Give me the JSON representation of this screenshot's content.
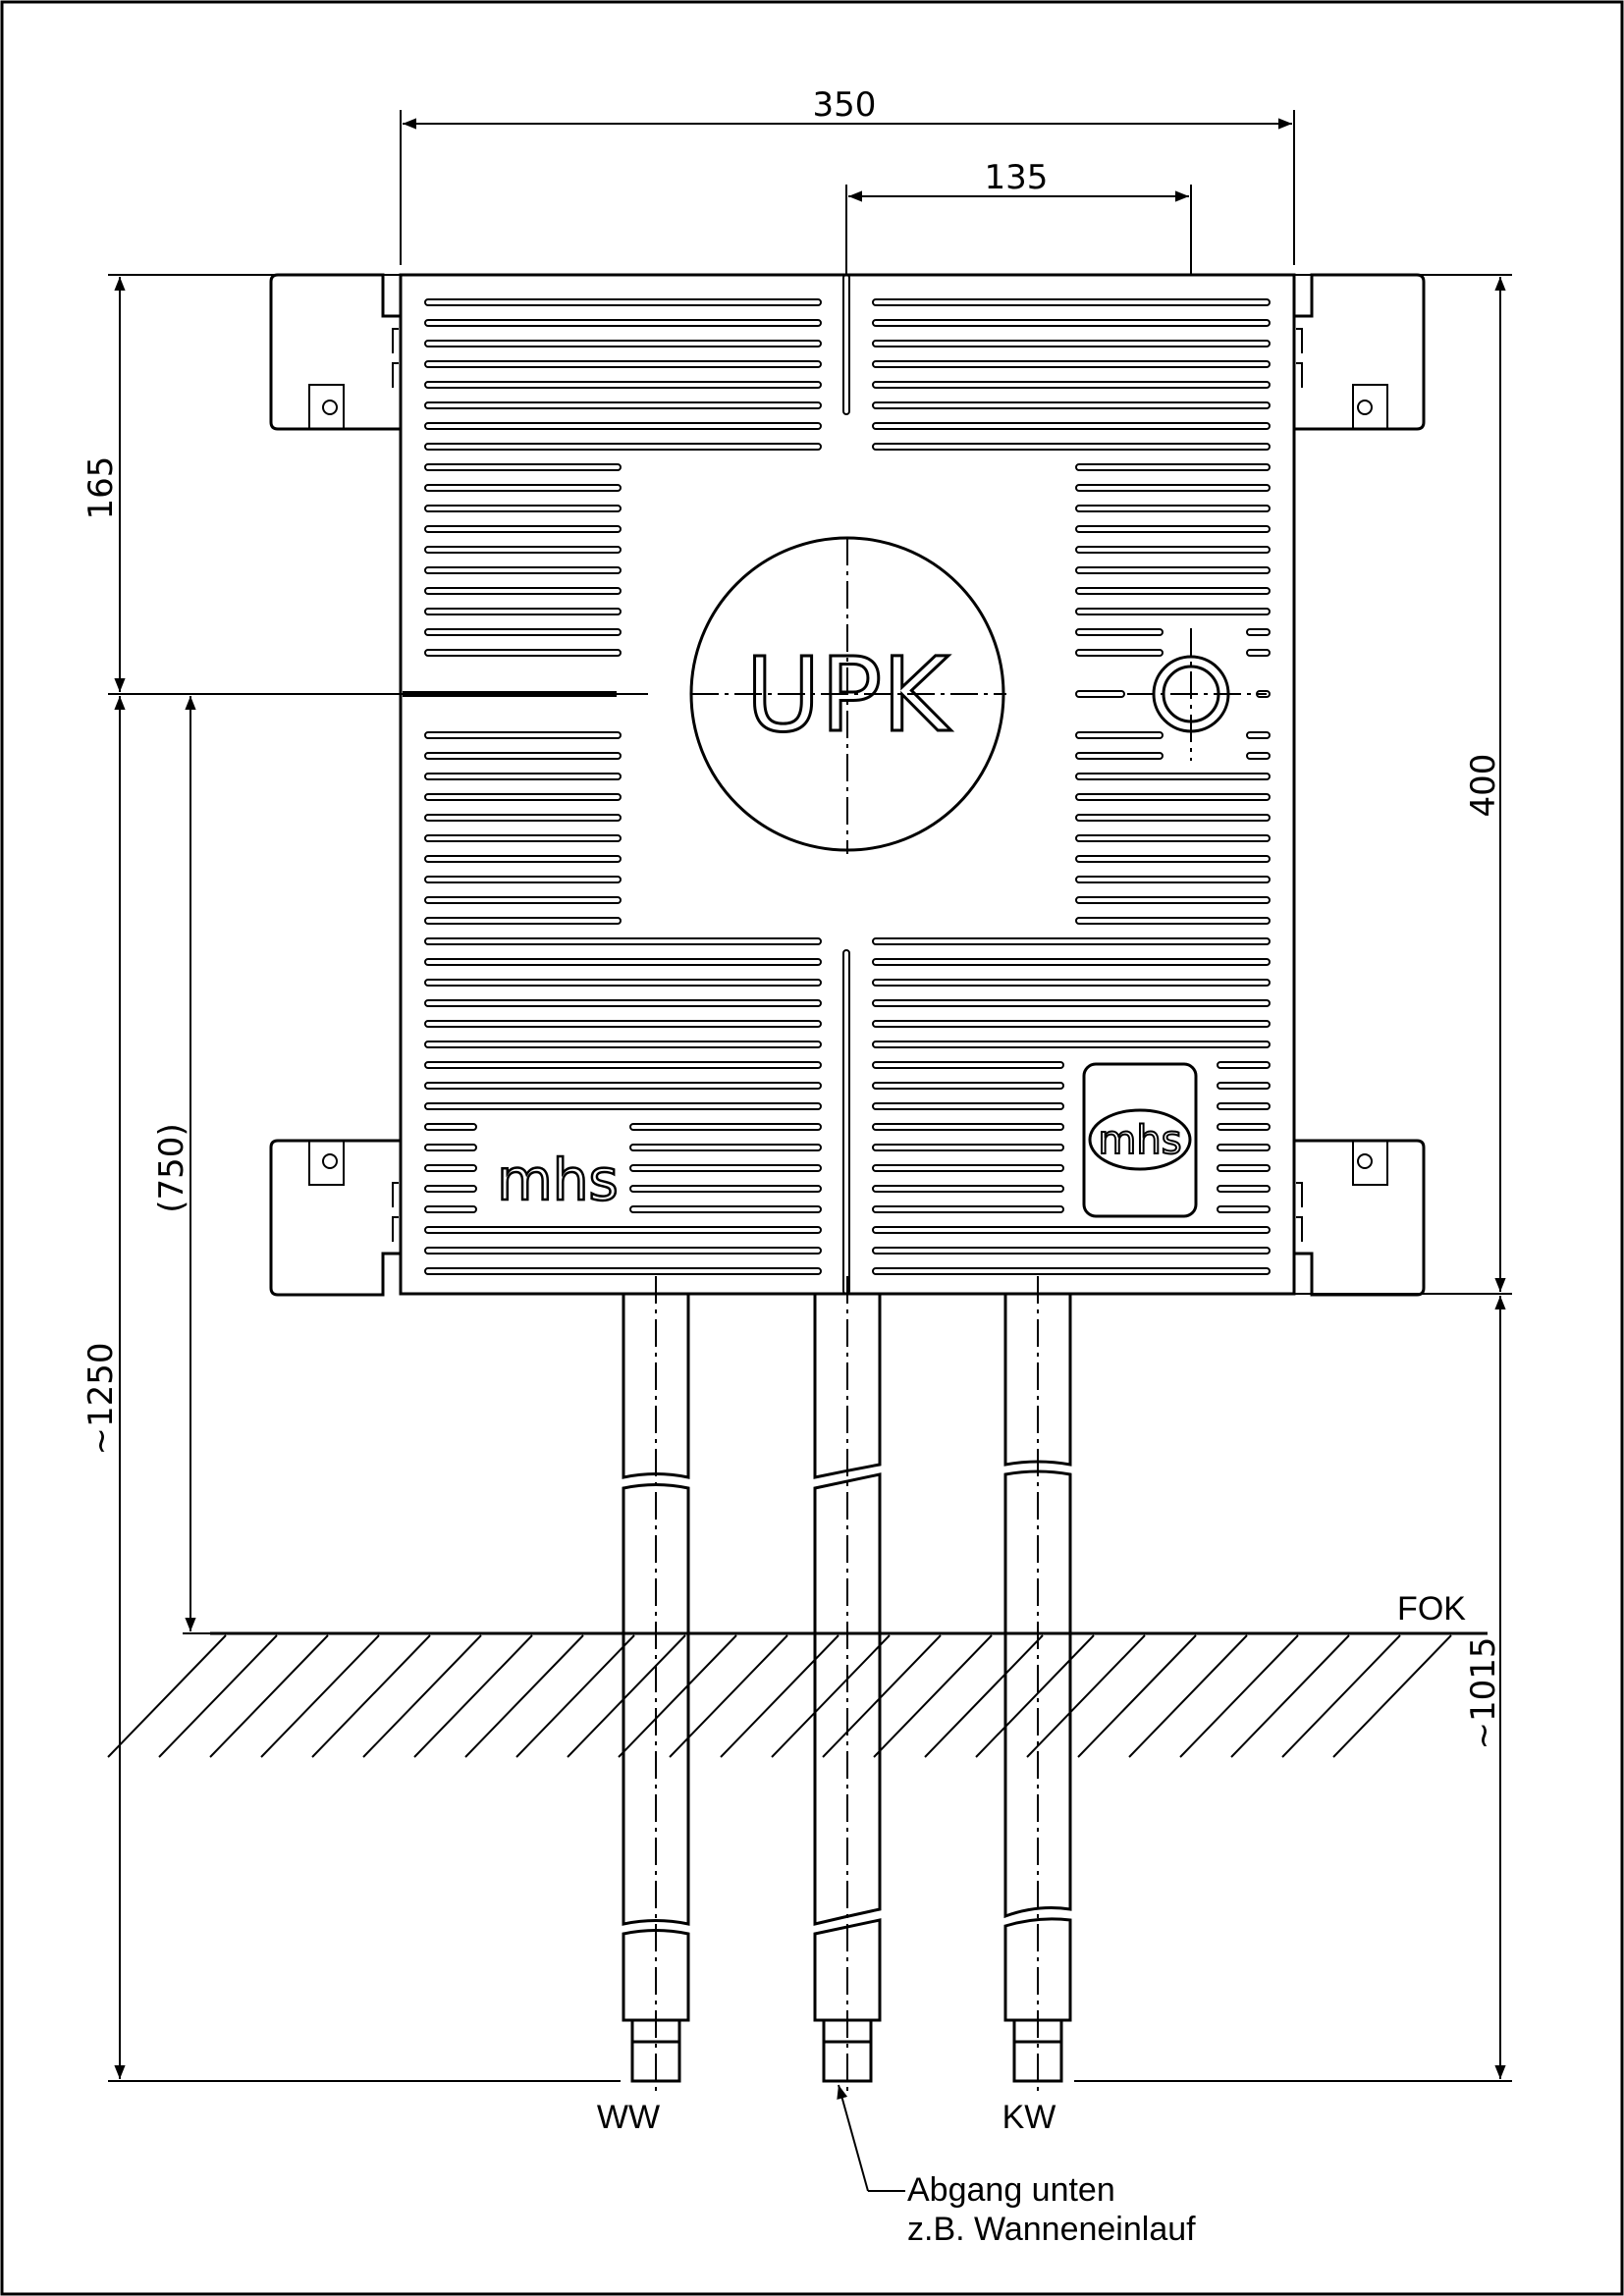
{
  "dimensions": {
    "width_total": "350",
    "width_offset": "135",
    "height_top": "165",
    "height_box": "400",
    "height_mount": "(750)",
    "height_total": "~1250",
    "depth_below_floor": "~1015"
  },
  "box": {
    "label": "UPK"
  },
  "logos": {
    "left": "mhs",
    "right": "mhs"
  },
  "floor": {
    "label": "FOK"
  },
  "pipes": {
    "left_label": "WW",
    "right_label": "KW"
  },
  "callout": {
    "line1": "Abgang unten",
    "line2": "z.B. Wanneneinlauf"
  }
}
